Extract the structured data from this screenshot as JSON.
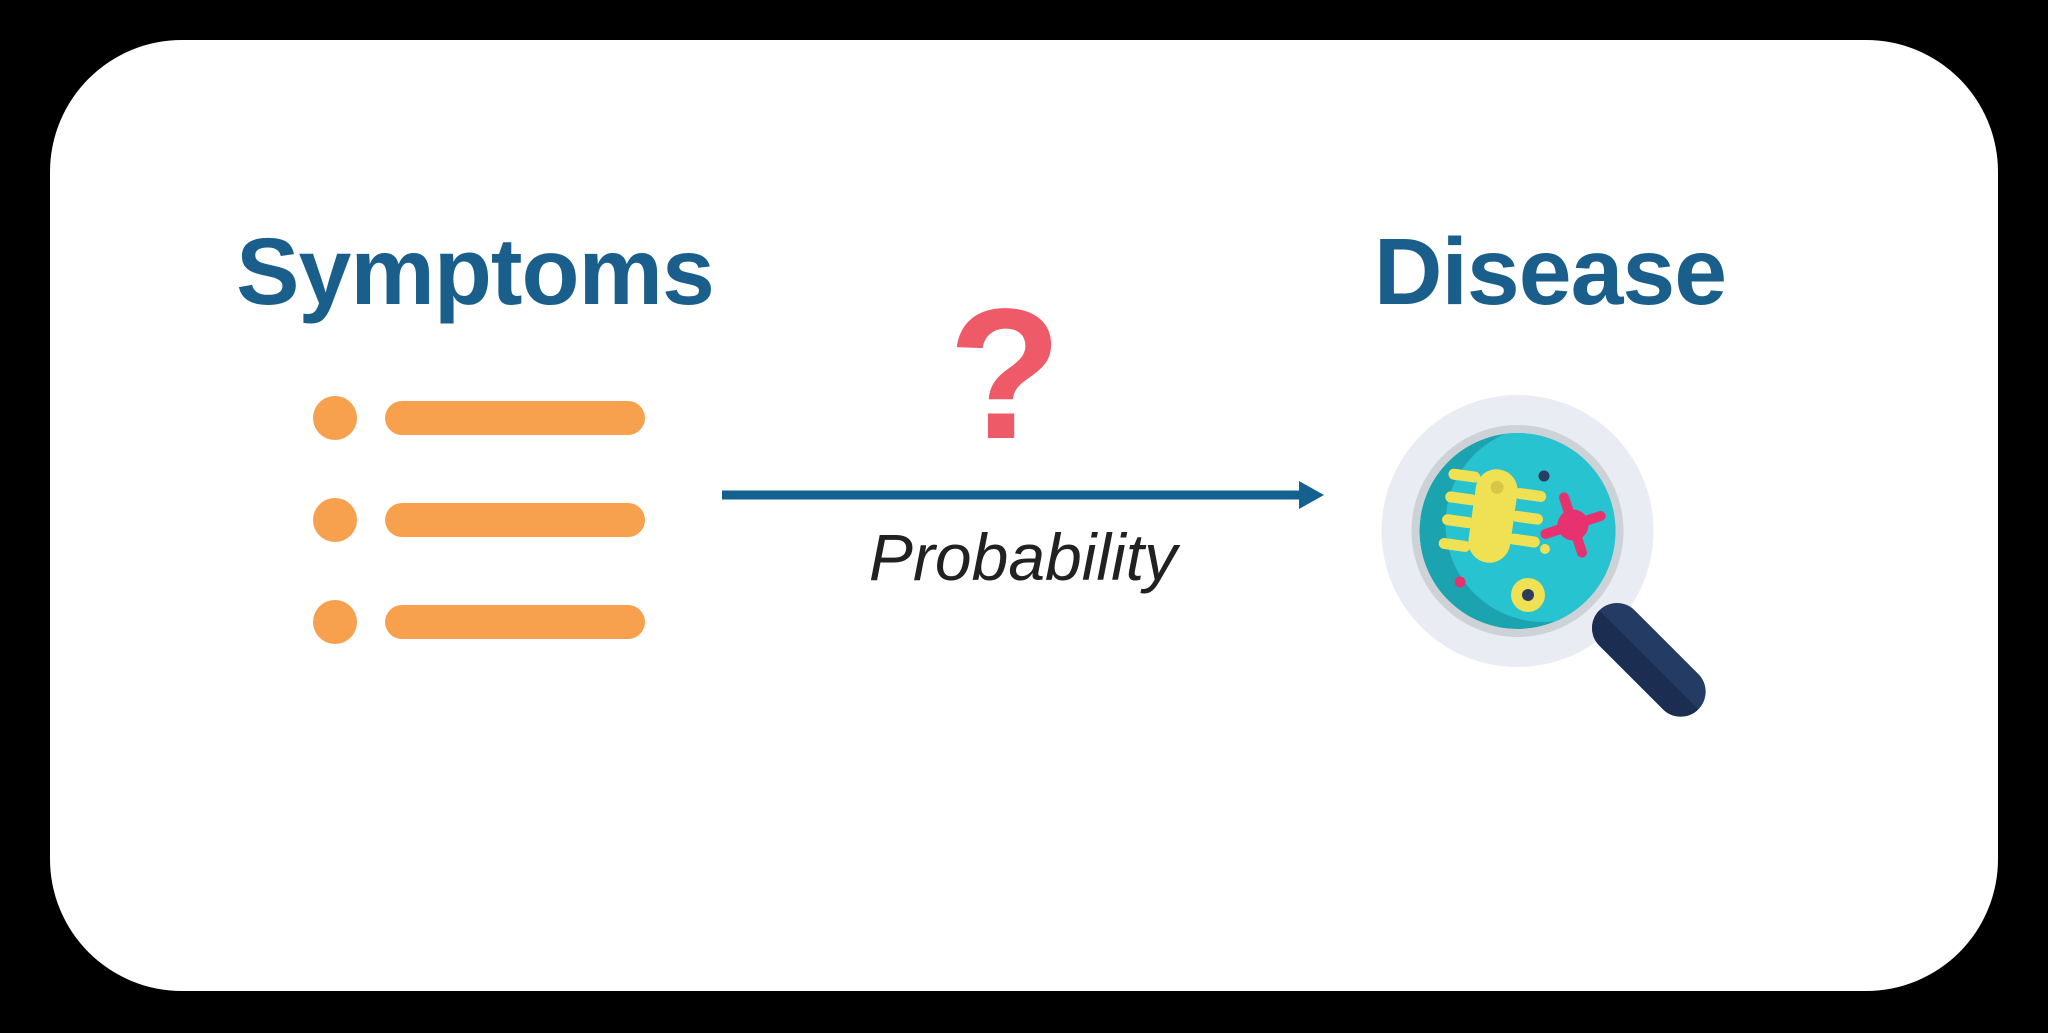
{
  "diagram": {
    "left": {
      "title": "Symptoms",
      "icon": "bulleted-list-icon",
      "list_rows": 3
    },
    "center": {
      "question_mark": "?",
      "arrow_label": "Probability",
      "arrow_icon": "right-arrow-icon"
    },
    "right": {
      "title": "Disease",
      "icon": "magnifier-microbes-icon"
    }
  },
  "colors": {
    "background": "#000000",
    "card": "#FFFFFF",
    "title_blue": "#1A5F8C",
    "list_orange": "#F7A14E",
    "question_coral": "#EF5A68",
    "arrow_blue": "#14618F",
    "label_black": "#212121",
    "magnifier_ring_light": "#E9ECF3",
    "magnifier_ring_gray": "#CDD2D6",
    "lens_teal": "#27C3D1",
    "lens_shadow_teal": "#1BA3AF",
    "microbe_yellow": "#EFE054",
    "microbe_yellow_dark": "#D9C544",
    "virus_pink": "#E8316F",
    "dot_navy": "#2A3D60",
    "handle_navy_light": "#243B63",
    "handle_navy_dark": "#1B2E52"
  }
}
